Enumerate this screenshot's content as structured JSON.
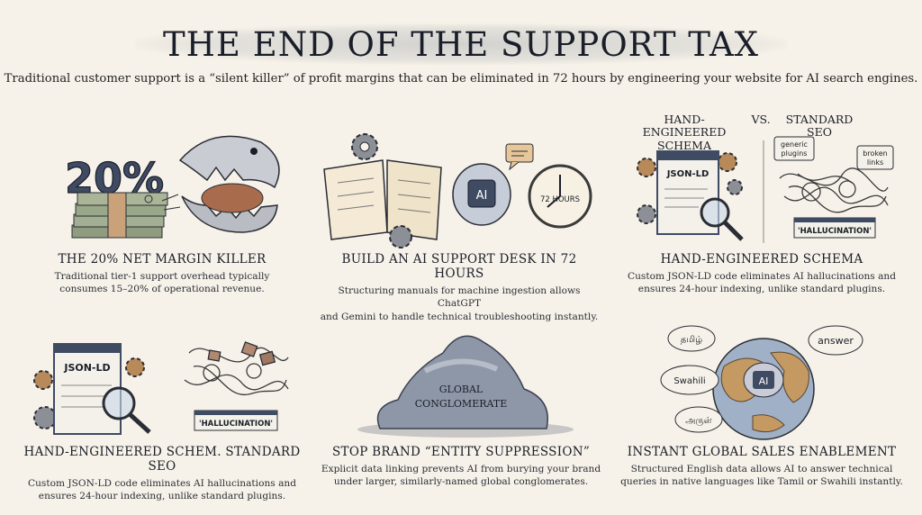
{
  "header": {
    "title": "THE END OF THE SUPPORT TAX",
    "subtitle": "Traditional customer support is a “silent killer” of profit margins that can be eliminated in 72 hours by engineering your website for AI search engines."
  },
  "panels": [
    {
      "title": "THE 20% NET MARGIN KILLER",
      "body_line1": "Traditional tier-1 support overhead typically",
      "body_line2": "consumes 15–20% of operational revenue.",
      "badge": "20%",
      "icons": [
        "money-stack-icon",
        "dinosaur-jaw-icon"
      ]
    },
    {
      "title": "BUILD AN AI SUPPORT DESK IN 72 HOURS",
      "body_line1": "Structuring manuals for machine ingestion allows ChatGPT",
      "body_line2": "and Gemini to handle technical troubleshooting instantly.",
      "chip_label": "AI",
      "clock_label": "72 HOURS",
      "icons": [
        "manual-book-icon",
        "ai-brain-chip-icon",
        "clock-icon",
        "chat-bubble-icon"
      ]
    },
    {
      "title": "HAND-ENGINEERED SCHEMA",
      "body_line1": "Custom JSON-LD code eliminates AI hallucinations and",
      "body_line2": "ensures 24-hour indexing, unlike standard plugins.",
      "left_head_line1": "HAND-ENGINEERED",
      "left_head_line2": "SCHEMA",
      "vs": "VS.",
      "right_head_line1": "STANDARD",
      "right_head_line2": "SEO",
      "doc_label": "JSON-LD",
      "tag_generic_line1": "generic",
      "tag_generic_line2": "plugins",
      "tag_broken_line1": "broken",
      "tag_broken_line2": "links",
      "hallucination_label": "'HALLUCINATION'",
      "icons": [
        "code-document-icon",
        "magnifier-icon",
        "gear-icon",
        "tangled-wires-icon"
      ]
    },
    {
      "title": "HAND-ENGINEERED SCHEM. STANDARD SEO",
      "body_line1": "Custom JSON-LD code eliminates AI hallucinations and",
      "body_line2": "ensures 24-hour indexing, unlike standard plugins.",
      "doc_label": "JSON-LD",
      "hallucination_label": "'HALLUCINATION'",
      "icons": [
        "code-document-icon",
        "magnifier-icon",
        "gear-icon",
        "tangled-chain-icon"
      ]
    },
    {
      "title": "STOP BRAND “ENTITY SUPPRESSION”",
      "body_line1": "Explicit data linking prevents AI from burying your brand",
      "body_line2": "under larger, similarly-named global conglomerates.",
      "blob_line1": "GLOBAL",
      "blob_line2": "CONGLOMERATE",
      "icons": [
        "blob-mass-icon"
      ]
    },
    {
      "title": "INSTANT GLOBAL SALES ENABLEMENT",
      "body_line1": "Structured English data allows AI to answer technical",
      "body_line2": "queries in native languages like Tamil or Swahili instantly.",
      "globe_label": "AI",
      "bubble_tamil": "தமிழ்",
      "bubble_answer": "answer",
      "bubble_swahili": "Swahili",
      "bubble_arul": "அருள்",
      "icons": [
        "globe-icon",
        "speech-bubble-icon"
      ]
    }
  ],
  "colors": {
    "background": "#f7f2e9",
    "ink": "#1a1e28",
    "navy": "#3f4a63",
    "tan": "#b88a5a",
    "green_money": "#9aa88a"
  }
}
